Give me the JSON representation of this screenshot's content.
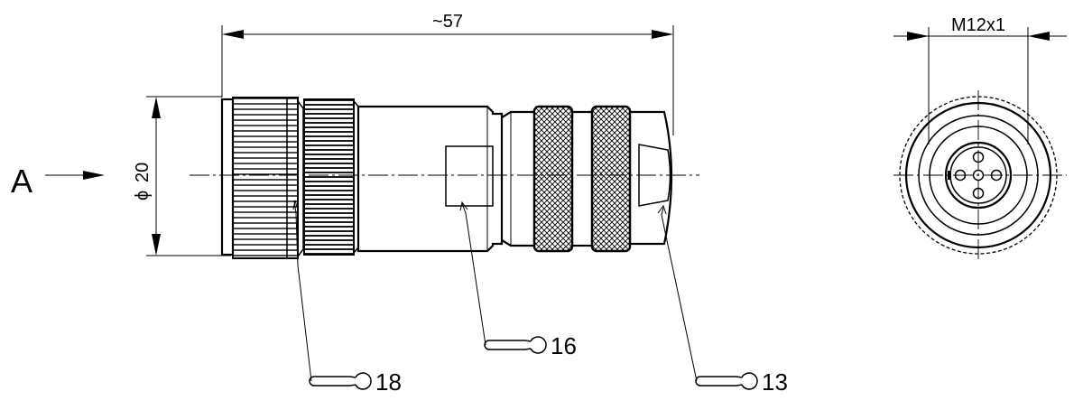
{
  "drawing": {
    "view_arrow_label": "A",
    "dimensions": {
      "overall_length": "~57",
      "diameter_symbol": "ϕ",
      "diameter_value": "20",
      "thread": "M12x1"
    },
    "wrench_callouts": [
      {
        "id": "nut",
        "value": "18"
      },
      {
        "id": "body",
        "value": "16"
      },
      {
        "id": "gland",
        "value": "13"
      }
    ]
  }
}
